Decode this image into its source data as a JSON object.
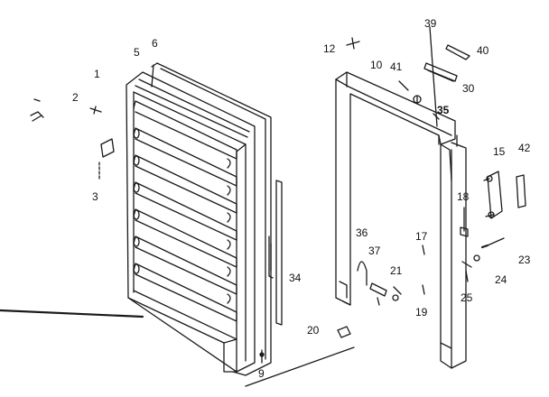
{
  "diagram": {
    "colors": {
      "line": "#1a1a1a",
      "background": "#ffffff"
    },
    "parts": [
      {
        "id": "p1",
        "label": "1"
      },
      {
        "id": "p2",
        "label": "2"
      },
      {
        "id": "p3",
        "label": "3"
      },
      {
        "id": "p5",
        "label": "5"
      },
      {
        "id": "p6",
        "label": "6"
      },
      {
        "id": "p9",
        "label": "9"
      },
      {
        "id": "p10",
        "label": "10"
      },
      {
        "id": "p12",
        "label": "12"
      },
      {
        "id": "p15",
        "label": "15"
      },
      {
        "id": "p17",
        "label": "17"
      },
      {
        "id": "p18",
        "label": "18"
      },
      {
        "id": "p19",
        "label": "19"
      },
      {
        "id": "p20",
        "label": "20"
      },
      {
        "id": "p21",
        "label": "21"
      },
      {
        "id": "p23",
        "label": "23"
      },
      {
        "id": "p24",
        "label": "24"
      },
      {
        "id": "p25",
        "label": "25"
      },
      {
        "id": "p30",
        "label": "30"
      },
      {
        "id": "p34",
        "label": "34"
      },
      {
        "id": "p35",
        "label": "35"
      },
      {
        "id": "p36",
        "label": "36"
      },
      {
        "id": "p37",
        "label": "37"
      },
      {
        "id": "p39",
        "label": "39"
      },
      {
        "id": "p40",
        "label": "40"
      },
      {
        "id": "p41",
        "label": "41"
      },
      {
        "id": "p42",
        "label": "42"
      }
    ]
  }
}
